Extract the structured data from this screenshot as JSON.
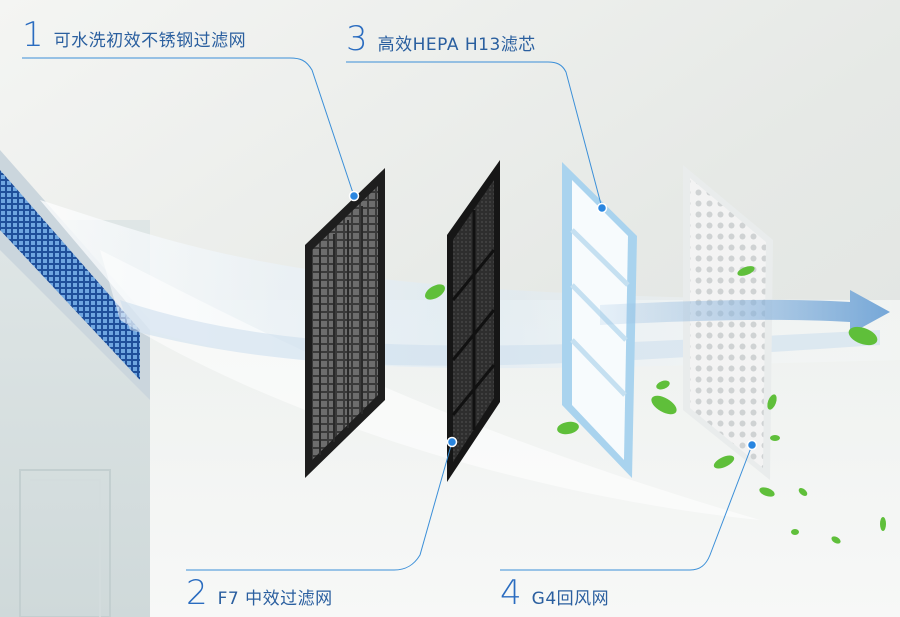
{
  "labels": {
    "l1": {
      "number": "1",
      "text": "可水洗初效不锈钢过滤网"
    },
    "l2": {
      "number": "2",
      "text": "F7 中效过滤网"
    },
    "l3": {
      "number": "3",
      "text": "高效HEPA H13滤芯"
    },
    "l4": {
      "number": "4",
      "text": "G4回风网"
    }
  },
  "colors": {
    "accent": "#2a6cc0",
    "callout_line": "#3b8fd8",
    "filter_dark": "#2a2a2a",
    "hepa_frame": "#a9d3ee",
    "leaf": "#5fbf3a"
  }
}
